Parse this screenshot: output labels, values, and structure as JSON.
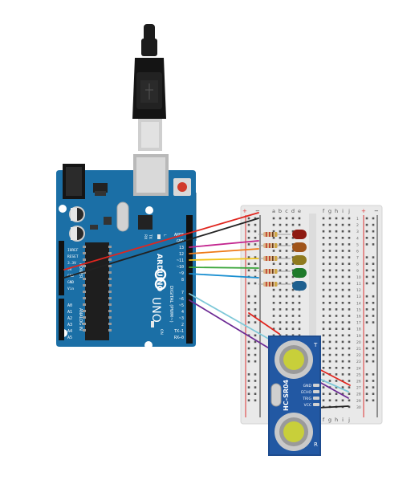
{
  "arduino": {
    "brand": "ARDUINO",
    "model": "UNO",
    "digital_label": "DIGITAL (PWM~)",
    "power_label": "POWER",
    "analog_label": "ANALOG IN",
    "on_label": "ON",
    "tx_label": "TX",
    "rx_label": "RX",
    "l_label": "L",
    "digital_pins": [
      "AREF",
      "GND",
      "13",
      "12",
      "~11",
      "~10",
      "~9",
      "8",
      "7",
      "~6",
      "~5",
      "4",
      "~3",
      "2",
      "TX→1",
      "RX←0"
    ],
    "power_pins": [
      "IOREF",
      "RESET",
      "3.3V",
      "5V",
      "GND",
      "GND",
      "Vin"
    ],
    "analog_pins": [
      "A0",
      "A1",
      "A2",
      "A3",
      "A4",
      "A5"
    ]
  },
  "breadboard": {
    "col_letters_left": [
      "a",
      "b",
      "c",
      "d",
      "e"
    ],
    "col_letters_right": [
      "f",
      "g",
      "h",
      "i",
      "j"
    ],
    "rail_plus": "+",
    "rail_minus": "−",
    "row_numbers": [
      "1",
      "2",
      "3",
      "4",
      "5",
      "6",
      "7",
      "8",
      "9",
      "10",
      "11",
      "12",
      "13",
      "14",
      "15",
      "16",
      "17",
      "18",
      "19",
      "20",
      "21",
      "22",
      "23",
      "24",
      "25",
      "26",
      "27",
      "28",
      "29",
      "30"
    ]
  },
  "sensor": {
    "model": "HC-SR04",
    "pins": [
      "GND",
      "ECHO",
      "TRIG",
      "VCC"
    ],
    "mark_t": "T",
    "mark_r": "R"
  },
  "colors": {
    "board": "#1b6fa6",
    "wire_red": "#e0261f",
    "wire_black": "#222222",
    "wire_magenta": "#c3268f",
    "wire_orange": "#ee7a18",
    "wire_yellow": "#f0c419",
    "wire_green": "#3aa63a",
    "wire_blue": "#1a8fd1",
    "wire_cyan": "#7ec8d8",
    "wire_purple": "#6c2a94",
    "led_red": "#8e1a12",
    "led_orange": "#a0541a",
    "led_yellow": "#8f7a1f",
    "led_green": "#1e7a2a",
    "led_blue": "#1d5f8f"
  }
}
